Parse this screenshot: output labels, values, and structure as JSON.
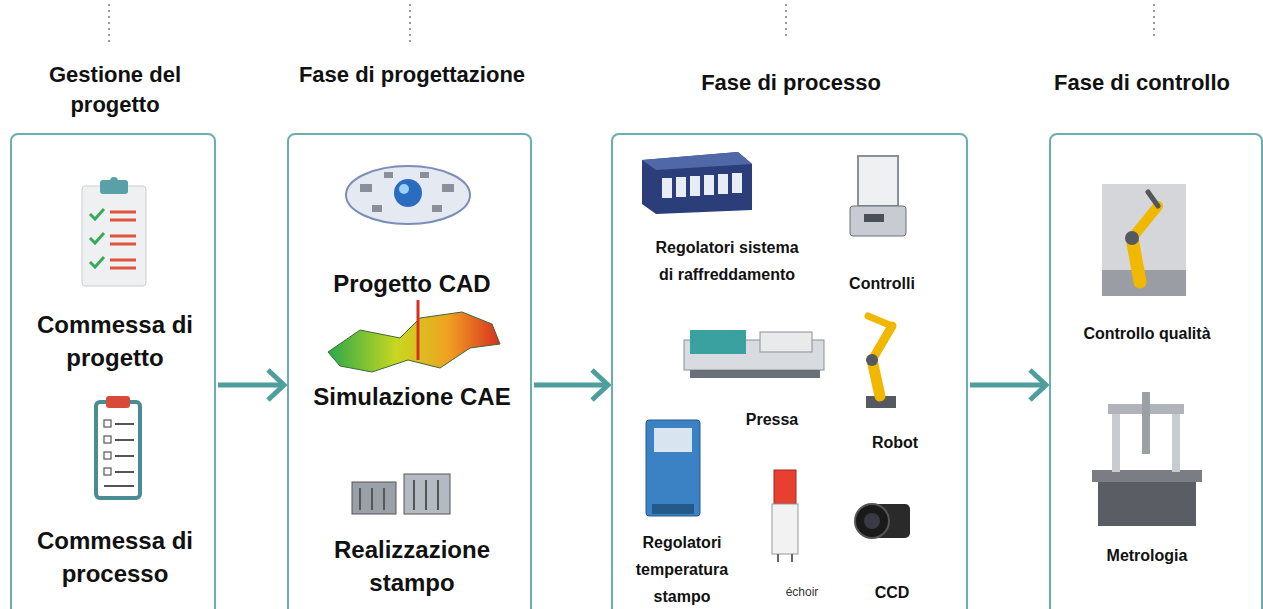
{
  "diagram": {
    "nodes": [
      {
        "text": [
          "Gestione del progetto",
          "Commessa di progetto",
          "Commessa di processo"
        ]
      },
      {
        "text": [
          "Fase di progettazione",
          "Progetto CAD",
          "Simulazione CAE",
          "Realizzazione stampo"
        ]
      },
      {
        "text": [
          "Fase di processo",
          "Regolatori sistema di raffreddamento",
          "Controlli",
          "Pressa",
          "Robot",
          "Regolatori temperatura stampo",
          "échoir",
          "CCD"
        ]
      },
      {
        "text": [
          "Fase di controllo",
          "Controllo qualità",
          "Metrologia"
        ]
      }
    ],
    "edges": [
      {
        "from": 0,
        "to": 1,
        "arrow": "to"
      },
      {
        "from": 1,
        "to": 2,
        "arrow": "to"
      },
      {
        "from": 2,
        "to": 3,
        "arrow": "to"
      }
    ]
  }
}
